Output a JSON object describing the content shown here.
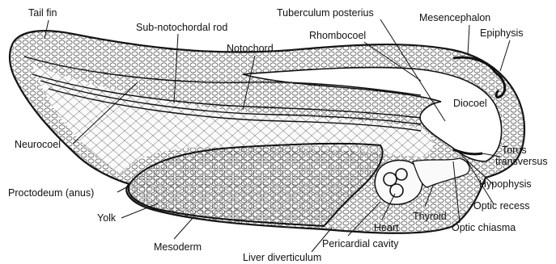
{
  "labels": {
    "tail_fin": "Tail fin",
    "sub_notochordal_rod": "Sub-notochordal rod",
    "notochord": "Notochord",
    "tuberculum_posterius": "Tuberculum posterius",
    "rhombocoel": "Rhombocoel",
    "mesencephalon": "Mesencephalon",
    "epiphysis": "Epiphysis",
    "diocoel": "Diocoel",
    "neurocoel": "Neurocoel",
    "torus_transversus_1": "Torus",
    "torus_transversus_2": "transversus",
    "proctodeum": "Proctodeum (anus)",
    "hypophysis": "Hypophysis",
    "optic_recess": "Optic recess",
    "yolk": "Yolk",
    "thyroid": "Thyroid",
    "heart": "Heart",
    "optic_chiasma": "Optic chiasma",
    "mesoderm": "Mesoderm",
    "pericardial_cavity": "Pericardial cavity",
    "liver_diverticulum": "Liver diverticulum"
  }
}
